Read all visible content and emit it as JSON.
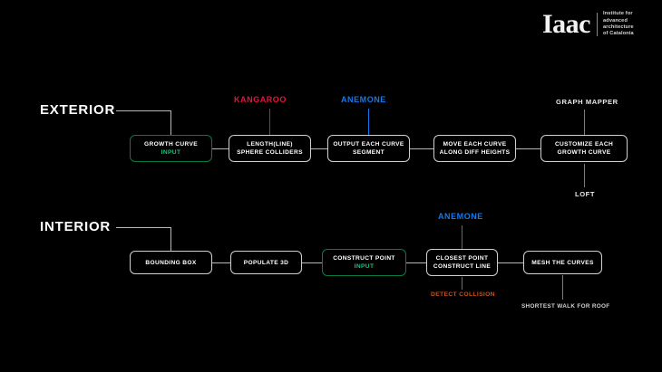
{
  "brand": {
    "mark": "Iaac",
    "tagline": "Institute for\nadvanced\narchitecture\nof Catalonia"
  },
  "colors": {
    "background": "#000000",
    "node_border": "#cfcfcf",
    "node_border_input": "#0b7a41",
    "input_text": "#19c57e",
    "kangaroo": "#e8123c",
    "anemone": "#1578e8",
    "detect_collision": "#c9501a",
    "connector": "#b9b9b9",
    "text": "#ffffff"
  },
  "sections": {
    "exterior": {
      "label": "EXTERIOR",
      "nodes": [
        {
          "line1": "GROWTH CURVE",
          "line2": "INPUT",
          "variant": "input"
        },
        {
          "line1": "LENGTH(LINE)",
          "line2": "SPHERE COLLIDERS",
          "variant": "default"
        },
        {
          "line1": "OUTPUT EACH CURVE",
          "line2": "SEGMENT",
          "variant": "default"
        },
        {
          "line1": "MOVE EACH CURVE",
          "line2": "ALONG DIFF HEIGHTS",
          "variant": "default"
        },
        {
          "line1": "CUSTOMIZE EACH",
          "line2": "GROWTH CURVE",
          "variant": "default"
        }
      ],
      "annotations": [
        {
          "text": "KANGAROO",
          "color": "red",
          "position": "above"
        },
        {
          "text": "ANEMONE",
          "color": "blue",
          "position": "above"
        },
        {
          "text": "GRAPH MAPPER",
          "color": "white",
          "position": "above"
        },
        {
          "text": "LOFT",
          "color": "white",
          "position": "below"
        }
      ]
    },
    "interior": {
      "label": "INTERIOR",
      "nodes": [
        {
          "line1": "BOUNDING BOX",
          "line2": "",
          "variant": "default"
        },
        {
          "line1": "POPULATE 3D",
          "line2": "",
          "variant": "default"
        },
        {
          "line1": "CONSTRUCT POINT",
          "line2": "INPUT",
          "variant": "input"
        },
        {
          "line1": "CLOSEST POINT",
          "line2": "CONSTRUCT LINE",
          "variant": "default"
        },
        {
          "line1": "MESH THE CURVES",
          "line2": "",
          "variant": "default"
        }
      ],
      "annotations": [
        {
          "text": "ANEMONE",
          "color": "blue",
          "position": "above"
        },
        {
          "text": "DETECT COLLISION",
          "color": "orange",
          "position": "below"
        },
        {
          "text": "SHORTEST WALK FOR ROOF",
          "color": "white",
          "position": "below"
        }
      ]
    }
  }
}
